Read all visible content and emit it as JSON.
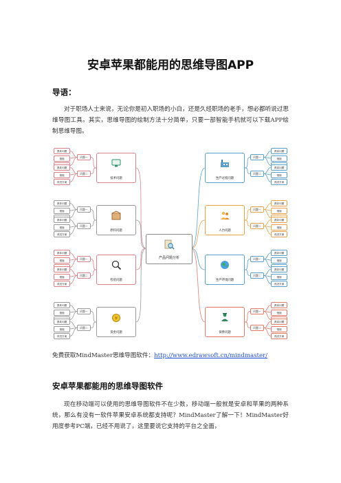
{
  "doc": {
    "title": "安卓苹果都能用的思维导图APP",
    "intro_heading": "导语：",
    "intro_paragraph": "对于职场人士来说，无论你是初入职场的小白，还是久经职场的老手，想必都听说过思维导图工具。其实，思维导图的绘制方法十分简单，只要一部智能手机就可以下载APP绘制思维导图。",
    "free_label": "免费获取MindMaster思维导图软件：",
    "free_link": "http://www.edrawsoft.cn/mindmaster/",
    "section_heading": "安卓苹果都能用的思维导图软件",
    "section_paragraph": "现在移动端可以使用的思维导图软件不在少数，移动端一般就是安卓和苹果的两种系统，那么有没有一软件苹果安卓系统都支持呢？MindMaster了解一下！MindMaster好用度参考PC端，已经不用说了，这里要说它支持的平台之全面，"
  },
  "mindmap": {
    "center": "产品问题分析",
    "left": [
      {
        "label": "技术问题",
        "color": "#d9828a",
        "icon": "monitor-icon",
        "branches": [
          {
            "label": "问题一",
            "leaves": [
              "具体问题",
              "措施",
              "改进方案"
            ]
          },
          {
            "label": "问题二",
            "leaves": [
              "具体问题",
              "措施",
              "改进方案"
            ]
          }
        ]
      },
      {
        "label": "原料问题",
        "color": "#9a9a9a",
        "icon": "box-icon",
        "branches": [
          {
            "label": "问题一",
            "leaves": [
              "具体问题",
              "措施",
              "改进方案"
            ]
          },
          {
            "label": "问题二",
            "leaves": [
              "具体问题",
              "措施",
              "改进方案"
            ]
          }
        ]
      },
      {
        "label": "检验问题",
        "color": "#d9828a",
        "icon": "magnifier-icon",
        "branches": [
          {
            "label": "问题一",
            "leaves": [
              "具体问题",
              "措施",
              "改进方案"
            ]
          },
          {
            "label": "问题二",
            "leaves": [
              "具体问题",
              "措施",
              "改进方案"
            ]
          }
        ]
      },
      {
        "label": "资金问题",
        "color": "#9a9a9a",
        "icon": "money-icon",
        "branches": [
          {
            "label": "问题一",
            "leaves": [
              "具体问题",
              "措施",
              "改进方案"
            ]
          },
          {
            "label": "问题二",
            "leaves": [
              "具体问题",
              "措施",
              "改进方案"
            ]
          }
        ]
      }
    ],
    "right": [
      {
        "label": "生产过程问题",
        "color": "#5aa0c8",
        "icon": "factory-icon",
        "branches": [
          {
            "label": "问题一",
            "leaves": [
              "具体问题",
              "措施",
              "改进方案"
            ]
          },
          {
            "label": "问题二",
            "leaves": [
              "具体问题",
              "措施",
              "改进方案"
            ]
          }
        ]
      },
      {
        "label": "人力问题",
        "color": "#e6a24a",
        "icon": "people-icon",
        "branches": [
          {
            "label": "问题一",
            "leaves": [
              "具体问题",
              "措施",
              "改进方案"
            ]
          },
          {
            "label": "问题二",
            "leaves": [
              "具体问题",
              "措施",
              "改进方案"
            ]
          }
        ]
      },
      {
        "label": "生产环境问题",
        "color": "#5aa0c8",
        "icon": "globe-icon",
        "branches": [
          {
            "label": "问题一",
            "leaves": [
              "具体问题",
              "措施",
              "改进方案"
            ]
          },
          {
            "label": "问题二",
            "leaves": [
              "具体问题",
              "措施",
              "改进方案"
            ]
          }
        ]
      },
      {
        "label": "保养问题",
        "color": "#e07a6a",
        "icon": "worker-icon",
        "branches": [
          {
            "label": "问题一",
            "leaves": [
              "具体问题",
              "措施",
              "改进方案"
            ]
          },
          {
            "label": "问题二",
            "leaves": [
              "具体问题",
              "措施",
              "改进方案"
            ]
          }
        ]
      }
    ]
  }
}
